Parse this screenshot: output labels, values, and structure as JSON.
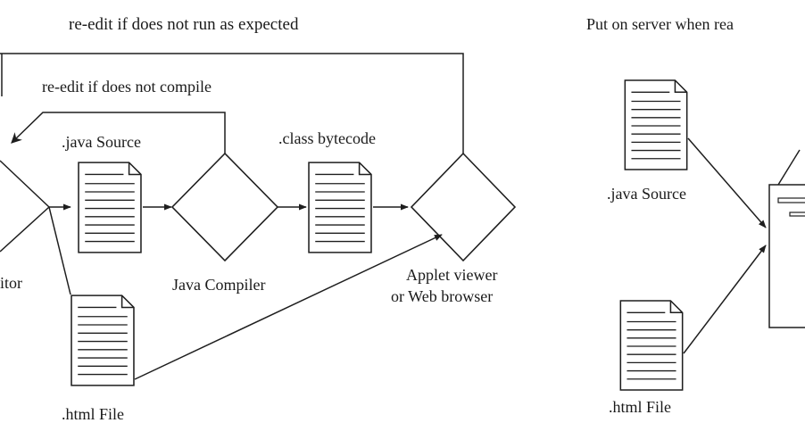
{
  "labels": {
    "reedit_run": "re-edit if does not run as expected",
    "put_on_server": "Put on server when rea",
    "reedit_compile": "re-edit if does not compile",
    "java_source": ".java Source",
    "class_bytecode": ".class bytecode",
    "editor": "itor",
    "java_compiler": "Java Compiler",
    "applet_viewer_line1": "Applet viewer",
    "applet_viewer_line2": "or Web browser",
    "html_file": ".html File",
    "java_source_right": ".java Source",
    "html_file_right": ".html File"
  },
  "icons": {
    "document": "document-icon",
    "diamond": "decision-diamond",
    "server": "server-icon"
  }
}
